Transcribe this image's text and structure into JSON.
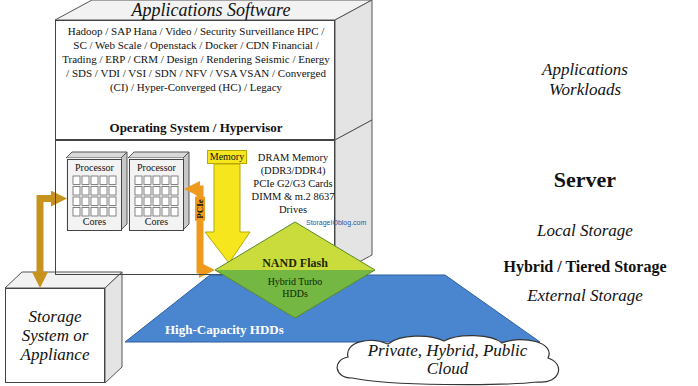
{
  "diagram": {
    "nodes": [
      {
        "text": [
          "Applications Software",
          "Hadoop / SAP Hana / Video / Security Surveillance HPC / SC / Web Scale / Openstack / Docker / CDN Financial / Trading / ERP / CRM / Design / Rendering Seismic / Energy / SDS / VDI / VSI / SDN / NFV / VSA VSAN / Converged (CI) / Hyper-Converged (HC) / Legacy",
          "Operating System / Hypervisor"
        ]
      },
      {
        "text": [
          "DRAM Memory (DDR3/DDR4) PCIe G2/G3 Cards DIMM & m.2 8637 Drives"
        ]
      },
      {
        "text": [
          "Processor",
          "Cores"
        ],
        "in": 1
      },
      {
        "text": [
          "Processor",
          "Cores"
        ],
        "in": 1
      },
      {
        "text": [
          "NAND Flash",
          "Hybrid Turbo HDDs"
        ]
      },
      {
        "text": [
          "High-Capacity HDDs"
        ]
      },
      {
        "text": [
          "Storage System or Appliance"
        ]
      },
      {
        "text": [
          "Private, Hybrid, Public Cloud"
        ]
      }
    ],
    "edges": [
      {
        "from": 6,
        "to": 2,
        "arrow": "both"
      },
      {
        "from": 3,
        "to": 4,
        "label": "PCIe",
        "arrow": "both"
      }
    ],
    "labels": [
      "Memory",
      "StorageIOblog.com",
      "Applications Workloads",
      "Server",
      "Local Storage",
      "Hybrid / Tiered Storage",
      "External Storage"
    ]
  }
}
